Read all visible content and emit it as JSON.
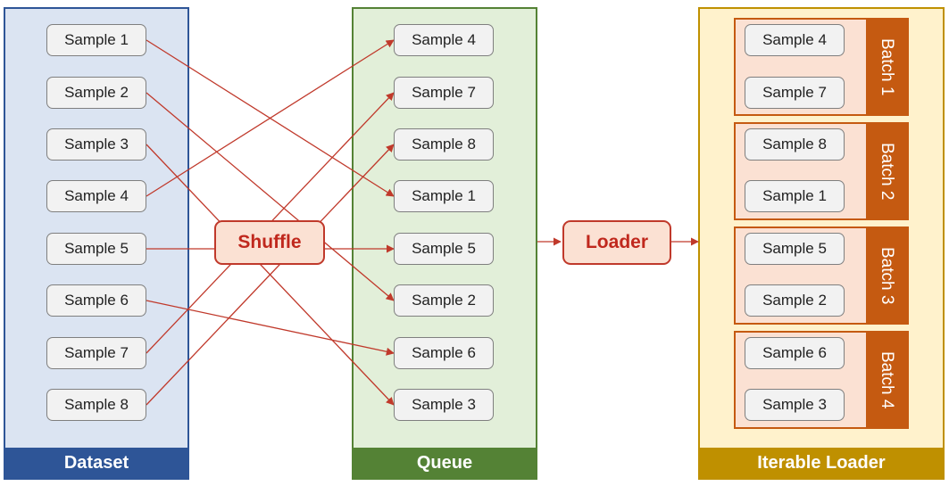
{
  "panels": {
    "dataset": "Dataset",
    "queue": "Queue",
    "iterable_loader": "Iterable Loader"
  },
  "operations": {
    "shuffle": "Shuffle",
    "loader": "Loader"
  },
  "dataset_samples": [
    "Sample 1",
    "Sample 2",
    "Sample 3",
    "Sample 4",
    "Sample 5",
    "Sample 6",
    "Sample 7",
    "Sample 8"
  ],
  "queue_samples": [
    "Sample 4",
    "Sample 7",
    "Sample 8",
    "Sample 1",
    "Sample 5",
    "Sample 2",
    "Sample 6",
    "Sample 3"
  ],
  "batches": [
    {
      "label": "Batch 1",
      "samples": [
        "Sample 4",
        "Sample 7"
      ]
    },
    {
      "label": "Batch 2",
      "samples": [
        "Sample 8",
        "Sample 1"
      ]
    },
    {
      "label": "Batch 3",
      "samples": [
        "Sample 5",
        "Sample 2"
      ]
    },
    {
      "label": "Batch 4",
      "samples": [
        "Sample 6",
        "Sample 3"
      ]
    }
  ],
  "colors": {
    "dataset": "#2e5597",
    "queue": "#548235",
    "iterable_loader": "#bf9000",
    "batch": "#c55a11",
    "arrow": "#c0392b"
  }
}
